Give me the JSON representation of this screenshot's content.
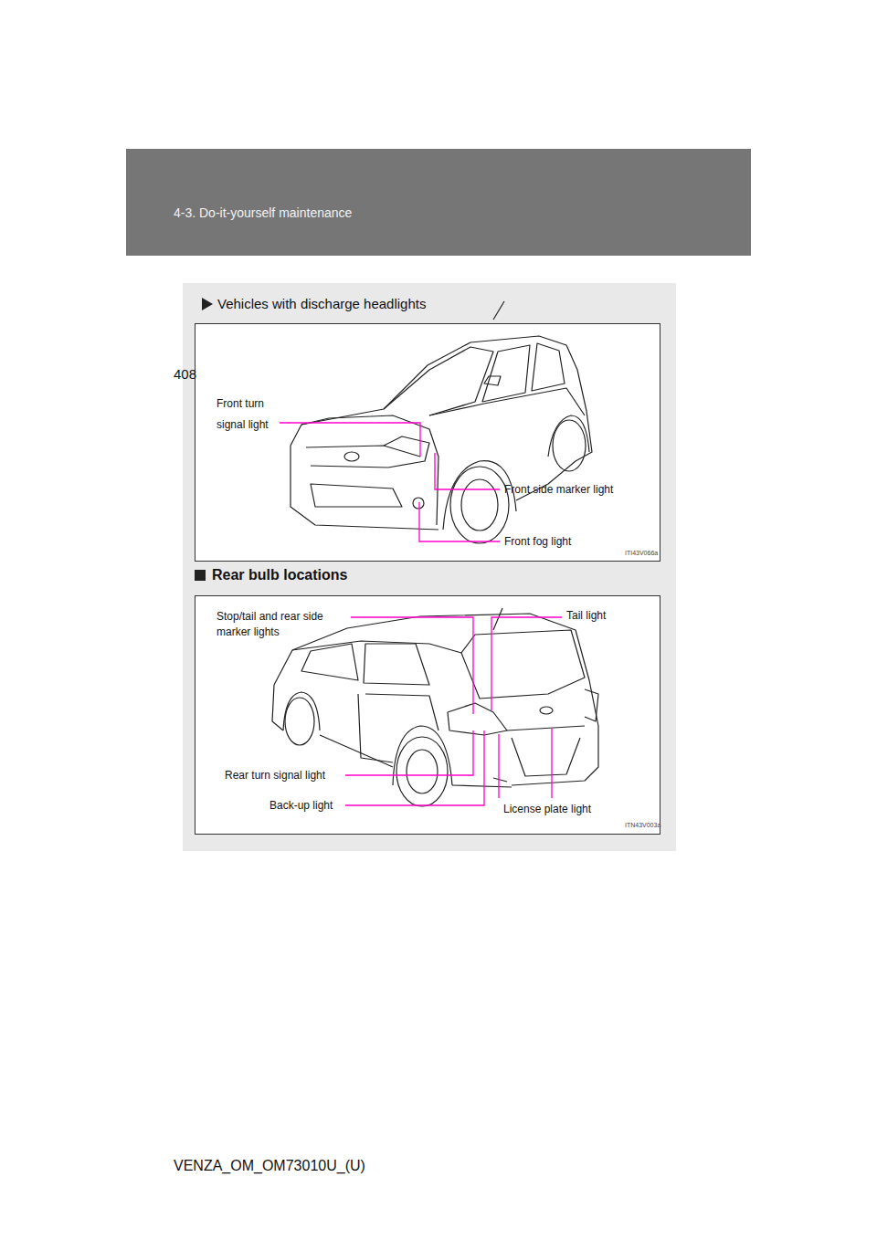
{
  "diagram": {
    "labels": [
      "4-3. Do-it-yourself maintenance",
      "408",
      "Vehicles with discharge headlights",
      "Front turn signal light",
      "Front side marker light",
      "Front fog light",
      "ITI43V066a",
      "Rear bulb locations",
      "Stop/tail and rear side marker lights",
      "Tail light",
      "Rear turn signal light",
      "Back-up light",
      "License plate light",
      "ITN43V003a",
      "VENZA_OM_OM73010U_(U)"
    ]
  }
}
